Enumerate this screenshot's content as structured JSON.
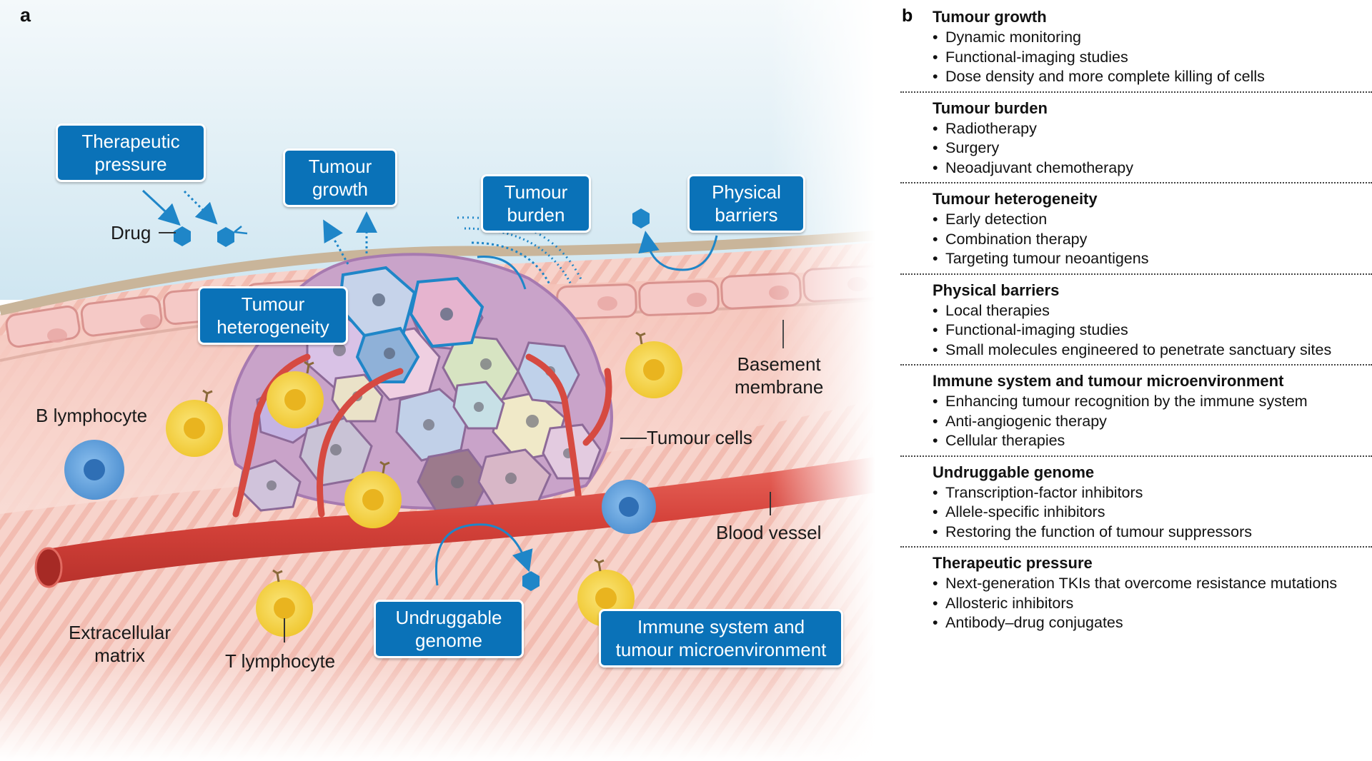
{
  "panel_a": {
    "letter": "a",
    "boxes": {
      "therapeutic_pressure": "Therapeutic\npressure",
      "tumour_growth": "Tumour\ngrowth",
      "tumour_burden": "Tumour\nburden",
      "physical_barriers": "Physical\nbarriers",
      "tumour_heterogeneity": "Tumour\nheterogeneity",
      "undruggable_genome": "Undruggable\ngenome",
      "immune_system": "Immune system and\ntumour microenvironment"
    },
    "labels": {
      "drug": "Drug",
      "b_lymphocyte": "B lymphocyte",
      "basement_membrane": "Basement\nmembrane",
      "tumour_cells": "Tumour cells",
      "blood_vessel": "Blood vessel",
      "extracellular_matrix": "Extracellular\nmatrix",
      "t_lymphocyte": "T lymphocyte"
    },
    "colors": {
      "box_blue": "#0a72b8",
      "accent_blue": "#1f86c8",
      "sky": "#d8ebf4",
      "tissue_pink": "#f2b9ae",
      "vessel_red": "#d9473f",
      "t_cell_yellow": "#f3d23b",
      "b_cell_blue": "#5a9ad8"
    }
  },
  "panel_b": {
    "letter": "b",
    "sections": [
      {
        "title": "Tumour growth",
        "items": [
          "Dynamic monitoring",
          "Functional-imaging studies",
          "Dose density and more complete killing of cells"
        ]
      },
      {
        "title": "Tumour burden",
        "items": [
          "Radiotherapy",
          "Surgery",
          "Neoadjuvant chemotherapy"
        ]
      },
      {
        "title": "Tumour heterogeneity",
        "items": [
          "Early detection",
          "Combination therapy",
          "Targeting tumour neoantigens"
        ]
      },
      {
        "title": "Physical barriers",
        "items": [
          "Local therapies",
          "Functional-imaging studies",
          "Small molecules engineered to penetrate sanctuary sites"
        ]
      },
      {
        "title": "Immune system and tumour microenvironment",
        "items": [
          "Enhancing tumour recognition by the immune system",
          "Anti-angiogenic therapy",
          "Cellular therapies"
        ]
      },
      {
        "title": "Undruggable genome",
        "items": [
          "Transcription-factor inhibitors",
          "Allele-specific inhibitors",
          "Restoring the function of tumour suppressors"
        ]
      },
      {
        "title": "Therapeutic pressure",
        "items": [
          "Next-generation TKIs that overcome resistance mutations",
          "Allosteric inhibitors",
          "Antibody–drug conjugates"
        ]
      }
    ]
  }
}
